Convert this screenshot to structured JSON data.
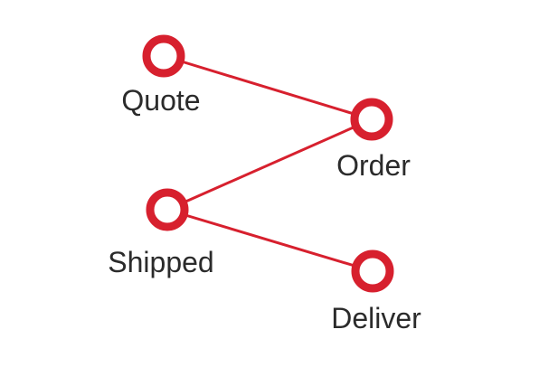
{
  "colors": {
    "accent": "#d7202e",
    "text": "#2b2b2b",
    "background": "#ffffff"
  },
  "steps": [
    {
      "id": "quote",
      "label": "Quote"
    },
    {
      "id": "order",
      "label": "Order"
    },
    {
      "id": "shipped",
      "label": "Shipped"
    },
    {
      "id": "deliver",
      "label": "Deliver"
    }
  ]
}
